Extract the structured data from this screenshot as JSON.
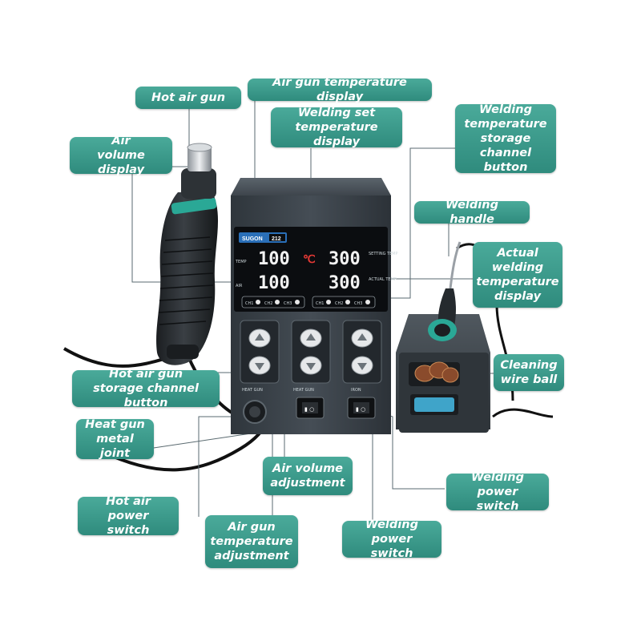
{
  "callouts": {
    "hot_air_gun": "Hot air gun",
    "air_gun_temp_display": "Air gun temperature display",
    "welding_set_temp_display": "Welding set\ntemperature display",
    "welding_temp_storage_button": "Welding\ntemperature\nstorage\nchannel button",
    "air_volume_display": "Air\nvolume display",
    "welding_handle": "Welding handle",
    "actual_welding_temp_display": "Actual\nwelding\ntemperature\ndisplay",
    "cleaning_wire_ball": "Cleaning\nwire ball",
    "hot_air_gun_storage_button": "Hot air gun\nstorage channel button",
    "heat_gun_metal_joint": "Heat gun\nmetal joint",
    "air_volume_adjustment": "Air volume\nadjustment",
    "welding_power_switch_right": "Welding\npower switch",
    "hot_air_power_switch": "Hot air\npower switch",
    "air_gun_temp_adjustment": "Air gun\ntemperature\nadjustment",
    "welding_power_switch_center": "Welding\npower switch"
  },
  "device": {
    "brand": "SUGON",
    "model": "212",
    "readouts": {
      "air_temp": "100",
      "air_volume": "100",
      "set_temp": "300",
      "actual_temp": "300",
      "unit": "℃"
    },
    "channels": [
      "CH1",
      "CH2",
      "CH3"
    ],
    "labels": {
      "temp": "TEMP",
      "air": "AIR",
      "setting_temp": "SETTING TEMP",
      "actual_temp": "ACTUAL TEMP",
      "heat_gun": "HEAT GUN",
      "heat_gun_2": "HEAT GUN",
      "iron": "IRON"
    }
  },
  "colors": {
    "accent": "#3a9a8b",
    "lead_line": "#5a6a70",
    "device_body": "#3a4148"
  }
}
